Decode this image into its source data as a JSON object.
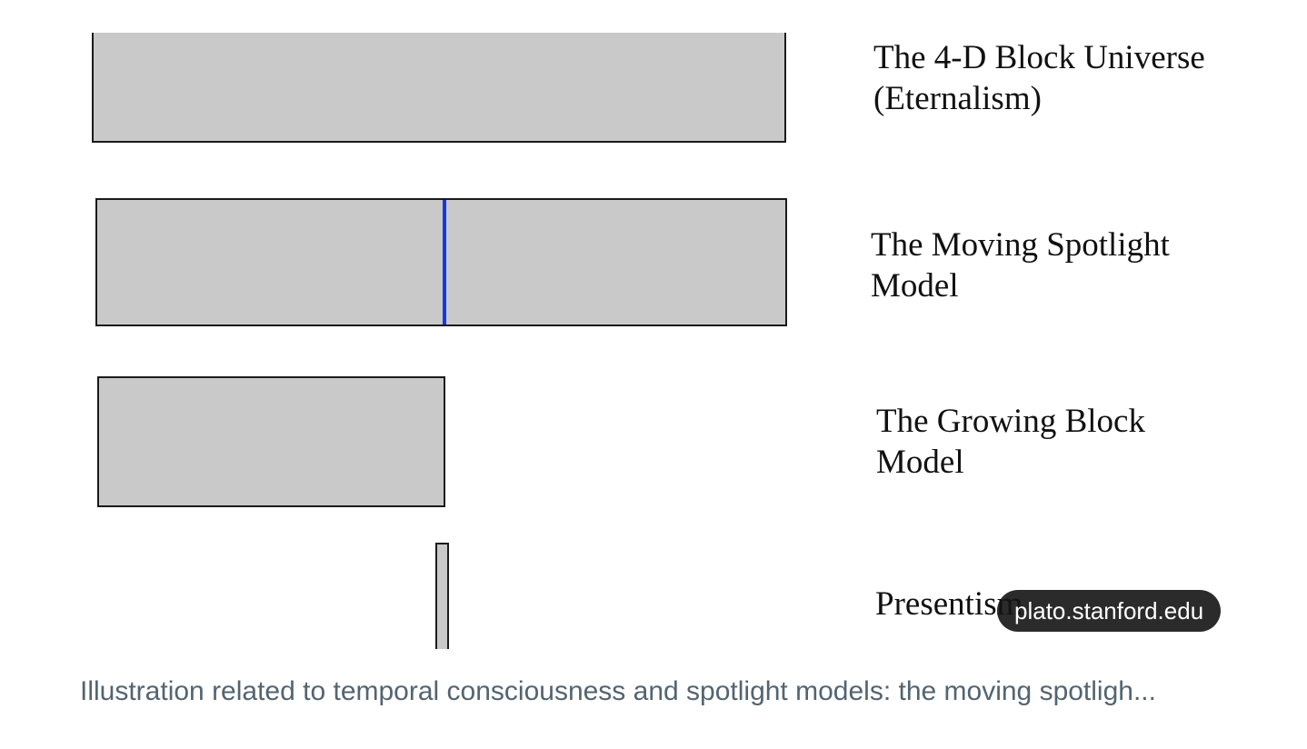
{
  "image": {
    "models": [
      {
        "id": "eternalism",
        "label": "The 4-D Block Universe\n(Eternalism)"
      },
      {
        "id": "moving-spotlight",
        "label": "The Moving Spotlight\nModel"
      },
      {
        "id": "growing-block",
        "label": "The Growing Block\nModel"
      },
      {
        "id": "presentism",
        "label": "Presentism"
      }
    ],
    "colors": {
      "block_fill": "#c9c9c9",
      "block_border": "#1a1a1a",
      "spotlight": "#1438e6"
    }
  },
  "source_badge": {
    "label": "plato.stanford.edu"
  },
  "caption": {
    "text": "Illustration related to temporal consciousness and spotlight models: the moving spotligh..."
  }
}
